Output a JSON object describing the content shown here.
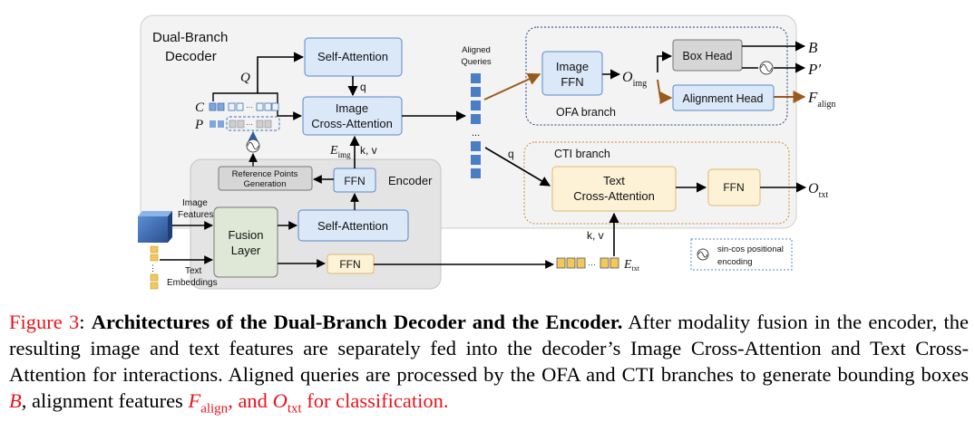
{
  "decoder": {
    "title_line1": "Dual-Branch",
    "title_line2": "Decoder"
  },
  "encoder": {
    "title": "Encoder"
  },
  "blocks": {
    "self_attention_top": "Self-Attention",
    "image_cross_attention_l1": "Image",
    "image_cross_attention_l2": "Cross-Attention",
    "ffn_encoder": "FFN",
    "ref_points_l1": "Reference Points",
    "ref_points_l2": "Generation",
    "fusion_layer_l1": "Fusion",
    "fusion_layer_l2": "Layer",
    "self_attention_encoder": "Self-Attention",
    "ffn_text": "FFN",
    "image_ffn_l1": "Image",
    "image_ffn_l2": "FFN",
    "box_head": "Box Head",
    "alignment_head": "Alignment Head",
    "text_cross_attention_l1": "Text",
    "text_cross_attention_l2": "Cross-Attention",
    "ffn_cti": "FFN"
  },
  "labels": {
    "Q": "Q",
    "C": "C",
    "P": "P",
    "q_top": "q",
    "E_img_main": "E",
    "E_img_sub": "img",
    "kv_left": "k, v",
    "aligned_queries_l1": "Aligned",
    "aligned_queries_l2": "Queries",
    "dots": "...",
    "q_cti": "q",
    "kv_cti": "k, v",
    "O_img_main": "O",
    "O_img_sub": "img",
    "ofa_branch": "OFA branch",
    "cti_branch": "CTI  branch",
    "B": "B",
    "P_prime": "P′",
    "F_main": "F",
    "F_sub": "align",
    "O_txt_main": "O",
    "O_txt_sub": "txt",
    "E_txt_main": "E",
    "E_txt_sub": "txt",
    "image_features_l1": "Image",
    "image_features_l2": "Features",
    "text_embeddings_l1": "Text",
    "text_embeddings_l2": "Embeddings",
    "legend_l1": "sin-cos positional",
    "legend_l2": "encoding"
  },
  "caption": {
    "fig_label": "Figure 3",
    "colon": ":",
    "bold_title": "Architectures of the Dual-Branch Decoder and the Encoder.",
    "text1": "After modality fusion in the encoder, the resulting image and text features are separately fed into the decoder’s Image Cross-Attention and Text Cross-Attention for interactions. Aligned queries are processed by the OFA and CTI branches to generate bounding boxes",
    "B": "B",
    "text2": ", alignment features",
    "F_main": "F",
    "F_sub": "align",
    "text3": ", and",
    "O_main": "O",
    "O_sub": "txt",
    "text4": "for classification."
  },
  "colors": {
    "decoder_bg": "#f3f3f3",
    "encoder_bg": "#e4e4e4",
    "blue_block": "#dbe8f8",
    "blue_border": "#5a88c9",
    "yellow_block": "#fdf2d6",
    "yellow_border": "#e0b870",
    "gray_block": "#d6d6d6",
    "green_block": "#dfe8d6",
    "brown_arrow": "#9a5a1e",
    "query_blue": "#4a7ec4",
    "caption_red": "#e8141b"
  }
}
